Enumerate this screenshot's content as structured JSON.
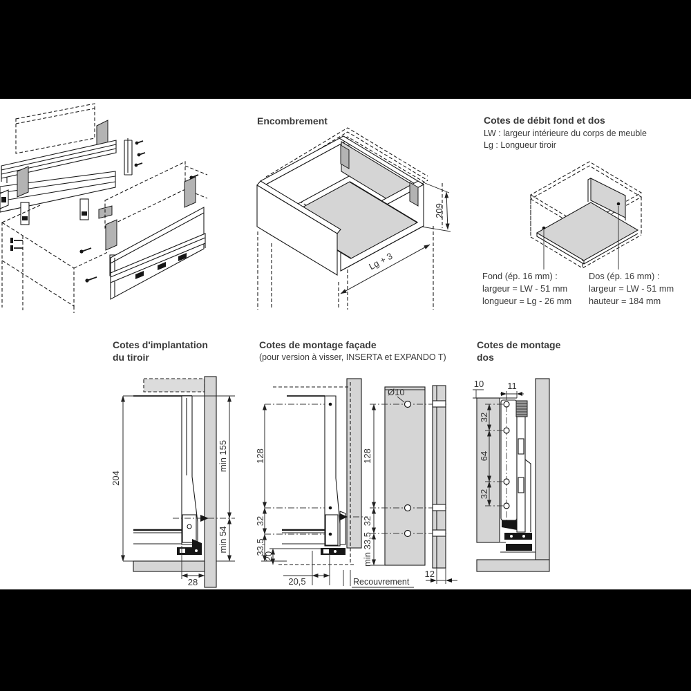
{
  "colors": {
    "background": "#000000",
    "paper": "#ffffff",
    "line": "#1a1a1a",
    "panel_gray": "#d5d5d5",
    "block_gray": "#b3b3b3",
    "text": "#3a3a3a"
  },
  "encombrement": {
    "title": "Encombrement",
    "dim_height": "209",
    "dim_depth": "Lg + 3"
  },
  "debit": {
    "title": "Cotes de débit fond et dos",
    "legend1": "LW : largeur intérieure du corps de meuble",
    "legend2": "Lg : Longueur tiroir",
    "fond_title": "Fond (ép. 16 mm) :",
    "fond_l1": "largeur = LW - 51 mm",
    "fond_l2": "longueur = Lg - 26 mm",
    "dos_title": "Dos (ép. 16 mm) :",
    "dos_l1": "largeur = LW - 51 mm",
    "dos_l2": "hauteur = 184 mm"
  },
  "implantation": {
    "title1": "Cotes d'implantation",
    "title2": "du tiroir",
    "dim_total": "204",
    "dim_min_top": "min 155",
    "dim_min_bottom": "min 54",
    "dim_gap": "28"
  },
  "facade": {
    "title": "Cotes de montage façade",
    "subtitle": "(pour version à visser, INSERTA et EXPANDO T)",
    "dim_128": "128",
    "dim_32": "32",
    "dim_335": "33,5",
    "dim_20": "20",
    "dim_205": "20,5",
    "recouvrement": "Recouvrement",
    "fv_dia": "Ø10",
    "fv_128": "128",
    "fv_32": "32",
    "fv_min335": "min 33,5",
    "fv_12": "12"
  },
  "dos_montage": {
    "title1": "Cotes de montage",
    "title2": "dos",
    "dim_10": "10",
    "dim_11": "11",
    "dim_32a": "32",
    "dim_64": "64",
    "dim_32b": "32"
  }
}
